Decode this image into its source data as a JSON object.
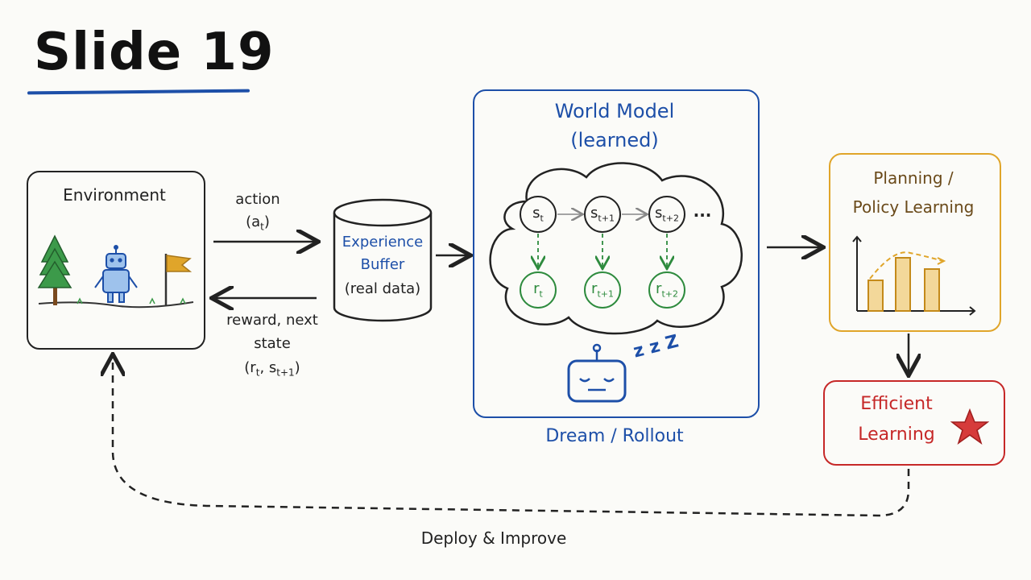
{
  "slide": {
    "title": "Slide 19"
  },
  "environment": {
    "label": "Environment"
  },
  "edges": {
    "action_label": "action",
    "action_symbol": "(a",
    "action_sub": "t",
    "reward_label_1": "reward, next",
    "reward_label_2": "state",
    "reward_symbol": "(r",
    "reward_sub_1": "t",
    "reward_mid": ", s",
    "reward_sub_2": "t+1",
    "deploy_label": "Deploy & Improve"
  },
  "buffer": {
    "line1": "Experience",
    "line2": "Buffer",
    "line3": "(real data)"
  },
  "world_model": {
    "title_1": "World Model",
    "title_2": "(learned)",
    "caption": "Dream / Rollout",
    "states": [
      {
        "base": "s",
        "sub": "t"
      },
      {
        "base": "s",
        "sub": "t+1"
      },
      {
        "base": "s",
        "sub": "t+2"
      }
    ],
    "rewards": [
      {
        "base": "r",
        "sub": "t"
      },
      {
        "base": "r",
        "sub": "t+1"
      },
      {
        "base": "r",
        "sub": "t+2"
      }
    ],
    "ellipsis": "...",
    "sleep_text": "z z Z"
  },
  "planning": {
    "line1": "Planning /",
    "line2": "Policy Learning"
  },
  "efficient": {
    "line1": "Efficient",
    "line2": "Learning"
  },
  "colors": {
    "ink": "#222222",
    "blue": "#1d4fa8",
    "gold": "#e0a52a",
    "red": "#c62828",
    "green": "#2e8b3e"
  }
}
